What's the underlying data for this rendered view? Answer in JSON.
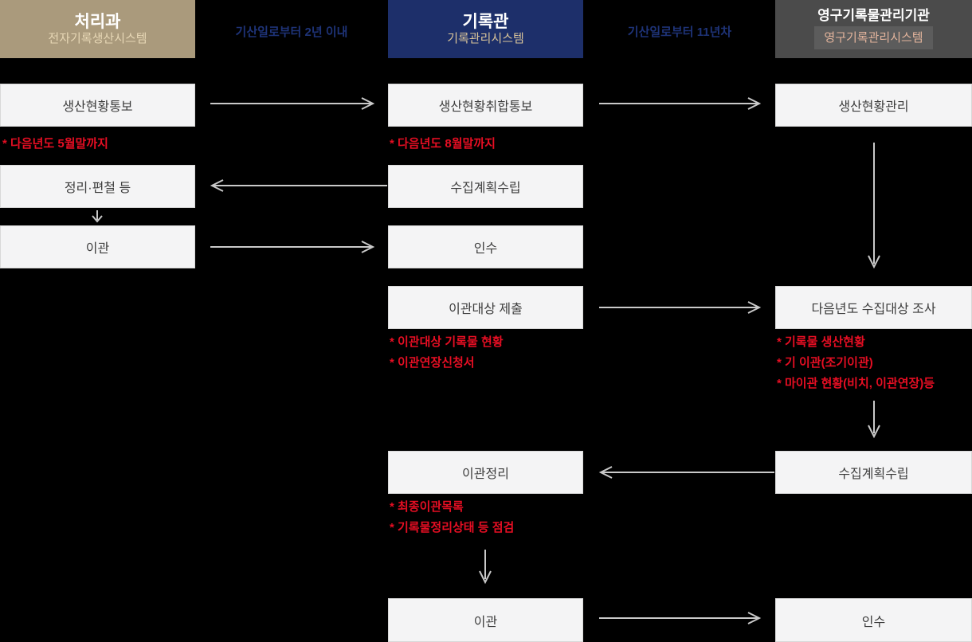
{
  "columns": [
    {
      "title": "처리과",
      "subtitle": "전자기록생산시스템",
      "boxes": [
        {
          "label": "생산현황통보",
          "notes": [
            "* 다음년도 5월말까지"
          ]
        },
        {
          "label": "정리·편철 등",
          "notes": []
        },
        {
          "label": "이관",
          "notes": []
        }
      ]
    },
    {
      "title": "기록관",
      "subtitle": "기록관리시스템",
      "boxes": [
        {
          "label": "생산현황취합통보",
          "notes": [
            "* 다음년도 8월말까지"
          ]
        },
        {
          "label": "수집계획수립",
          "notes": []
        },
        {
          "label": "인수",
          "notes": []
        },
        {
          "label": "이관대상 제출",
          "notes": [
            "* 이관대상 기록물 현황",
            "* 이관연장신청서"
          ]
        },
        {
          "label": "이관정리",
          "notes": [
            "* 최종이관목록",
            "* 기록물정리상태 등 점검"
          ]
        },
        {
          "label": "이관",
          "notes": []
        }
      ]
    },
    {
      "title": "영구기록물관리기관",
      "subtitle": "영구기록관리시스템",
      "boxes": [
        {
          "label": "생산현황관리",
          "notes": []
        },
        {
          "label": "다음년도 수집대상 조사",
          "notes": [
            "* 기록물 생산현황",
            "* 기 이관(조기이관)",
            "* 마이관 현황(비치, 이관연장)등"
          ]
        },
        {
          "label": "수집계획수립",
          "notes": []
        },
        {
          "label": "인수",
          "notes": []
        }
      ]
    }
  ],
  "timeline_labels": [
    "기산일로부터 2년 이내",
    "기산일로부터 11년차"
  ],
  "colors": {
    "background": "#000000",
    "header_processing_bg": "#aa9a7c",
    "header_records_center_bg": "#1d2f6a",
    "header_archives_bg": "#4b4b4b",
    "archives_badge_bg": "#5c5c5c",
    "header_title_text": "#ffffff",
    "processing_subtitle_text": "#e7d7b5",
    "records_center_subtitle_text": "#d9c49a",
    "archives_subtitle_text": "#e3b49c",
    "box_bg": "#f4f4f5",
    "box_border": "#d8d8d8",
    "box_text": "#3c3c3c",
    "timeline_text": "#1e3377",
    "note_text": "#e60e23",
    "arrow": "#c9c9c9"
  }
}
